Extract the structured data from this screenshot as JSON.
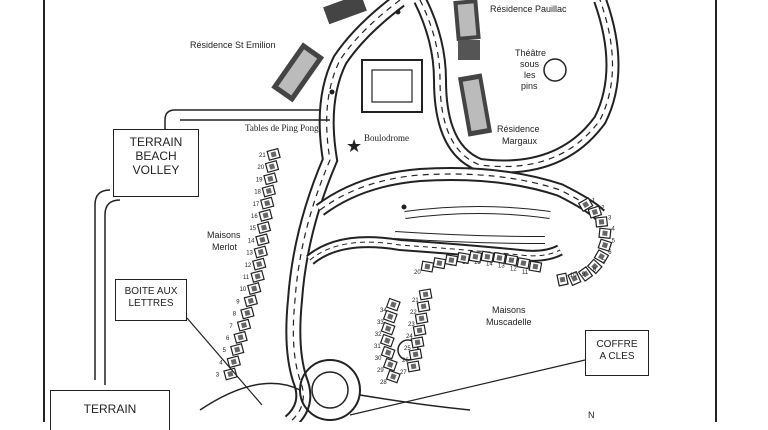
{
  "labels": {
    "residence_pauillac": "Résidence Pauillac",
    "residence_st_emilion": "Résidence St Emilion",
    "theatre": [
      "Théâtre",
      "sous",
      "les",
      "pins"
    ],
    "residence_margaux": [
      "Résidence",
      "Margaux"
    ],
    "boulodrome": "Boulodrome",
    "tables_ping_pong": "Tables de Ping Pong",
    "maisons_merlot": [
      "Maisons",
      "Merlot"
    ],
    "maisons_muscadelle": [
      "Maisons",
      "Muscadelle"
    ],
    "north": "N"
  },
  "boxes": {
    "terrain_beach_volley": [
      "TERRAIN",
      "BEACH",
      "VOLLEY"
    ],
    "boite_aux_lettres": [
      "BOITE AUX",
      "LETTRES"
    ],
    "coffre_a_cles": [
      "COFFRE",
      "A CLES"
    ],
    "terrain_bottom": "TERRAIN"
  },
  "merlot_numbers": [
    "21",
    "20",
    "19",
    "18",
    "17",
    "16",
    "15",
    "14",
    "13",
    "12",
    "11",
    "10",
    "9",
    "8",
    "7",
    "6",
    "5",
    "4",
    "3"
  ],
  "east_numbers": [
    "1",
    "2",
    "3",
    "4",
    "5",
    "6",
    "7",
    "8",
    "9",
    "10"
  ],
  "muscadelle_numbers": [
    "11",
    "12",
    "13",
    "14",
    "15",
    "16",
    "17",
    "18",
    "19",
    "20",
    "21",
    "22",
    "23",
    "24",
    "25",
    "26",
    "27",
    "28",
    "29",
    "30",
    "31",
    "32",
    "33",
    "34"
  ],
  "colors": {
    "ink": "#222222",
    "building": "#444444",
    "road_fill": "#ffffff"
  }
}
